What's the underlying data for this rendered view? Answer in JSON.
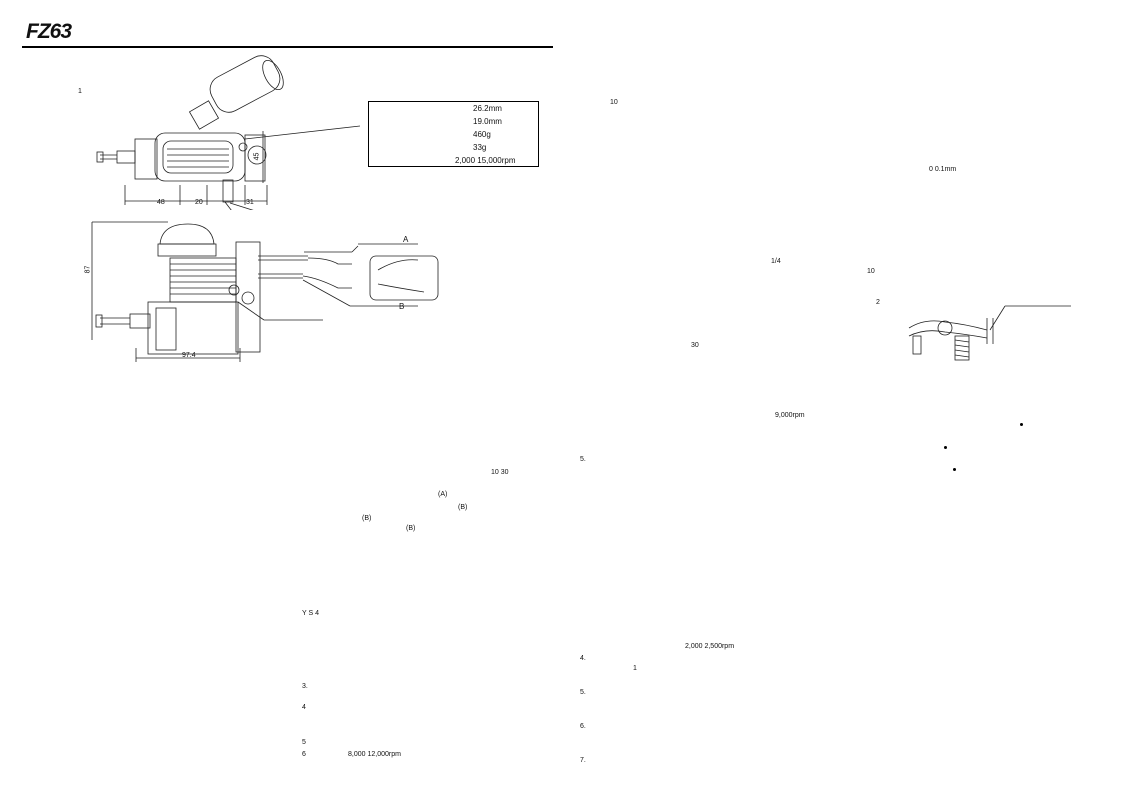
{
  "header": {
    "model": "FZ63"
  },
  "left_page": {
    "fig_number": "1",
    "specs": [
      "26.2mm",
      "19.0mm",
      "460g",
      "33g",
      "2,000    15,000rpm"
    ],
    "dimensions": {
      "d48": "48",
      "d20": "20",
      "d31": "31",
      "d45": "45",
      "d87": "87",
      "d97": "97.4"
    },
    "labels": {
      "a": "A",
      "b": "B"
    },
    "texts": {
      "t1030": "10    30",
      "tA": "(A)",
      "tB1": "(B)",
      "tB2": "(B)",
      "tB3": "(B)",
      "tYS": "Y S     4",
      "s3": "3.",
      "s4": "4",
      "s5": "5",
      "s6": "6",
      "rpm": "8,000     12,000rpm"
    }
  },
  "right_page": {
    "t10a": "10",
    "gap": "0     0.1mm",
    "quarter": "1/4",
    "t10b": "10",
    "fig2": "2",
    "t30": "30",
    "rpm9000": "9,000rpm",
    "s5a": "5.",
    "rpm2000": "2,000     2,500rpm",
    "s4": "4.",
    "s1": "1",
    "s5b": "5.",
    "s6": "6.",
    "s7": "7."
  }
}
